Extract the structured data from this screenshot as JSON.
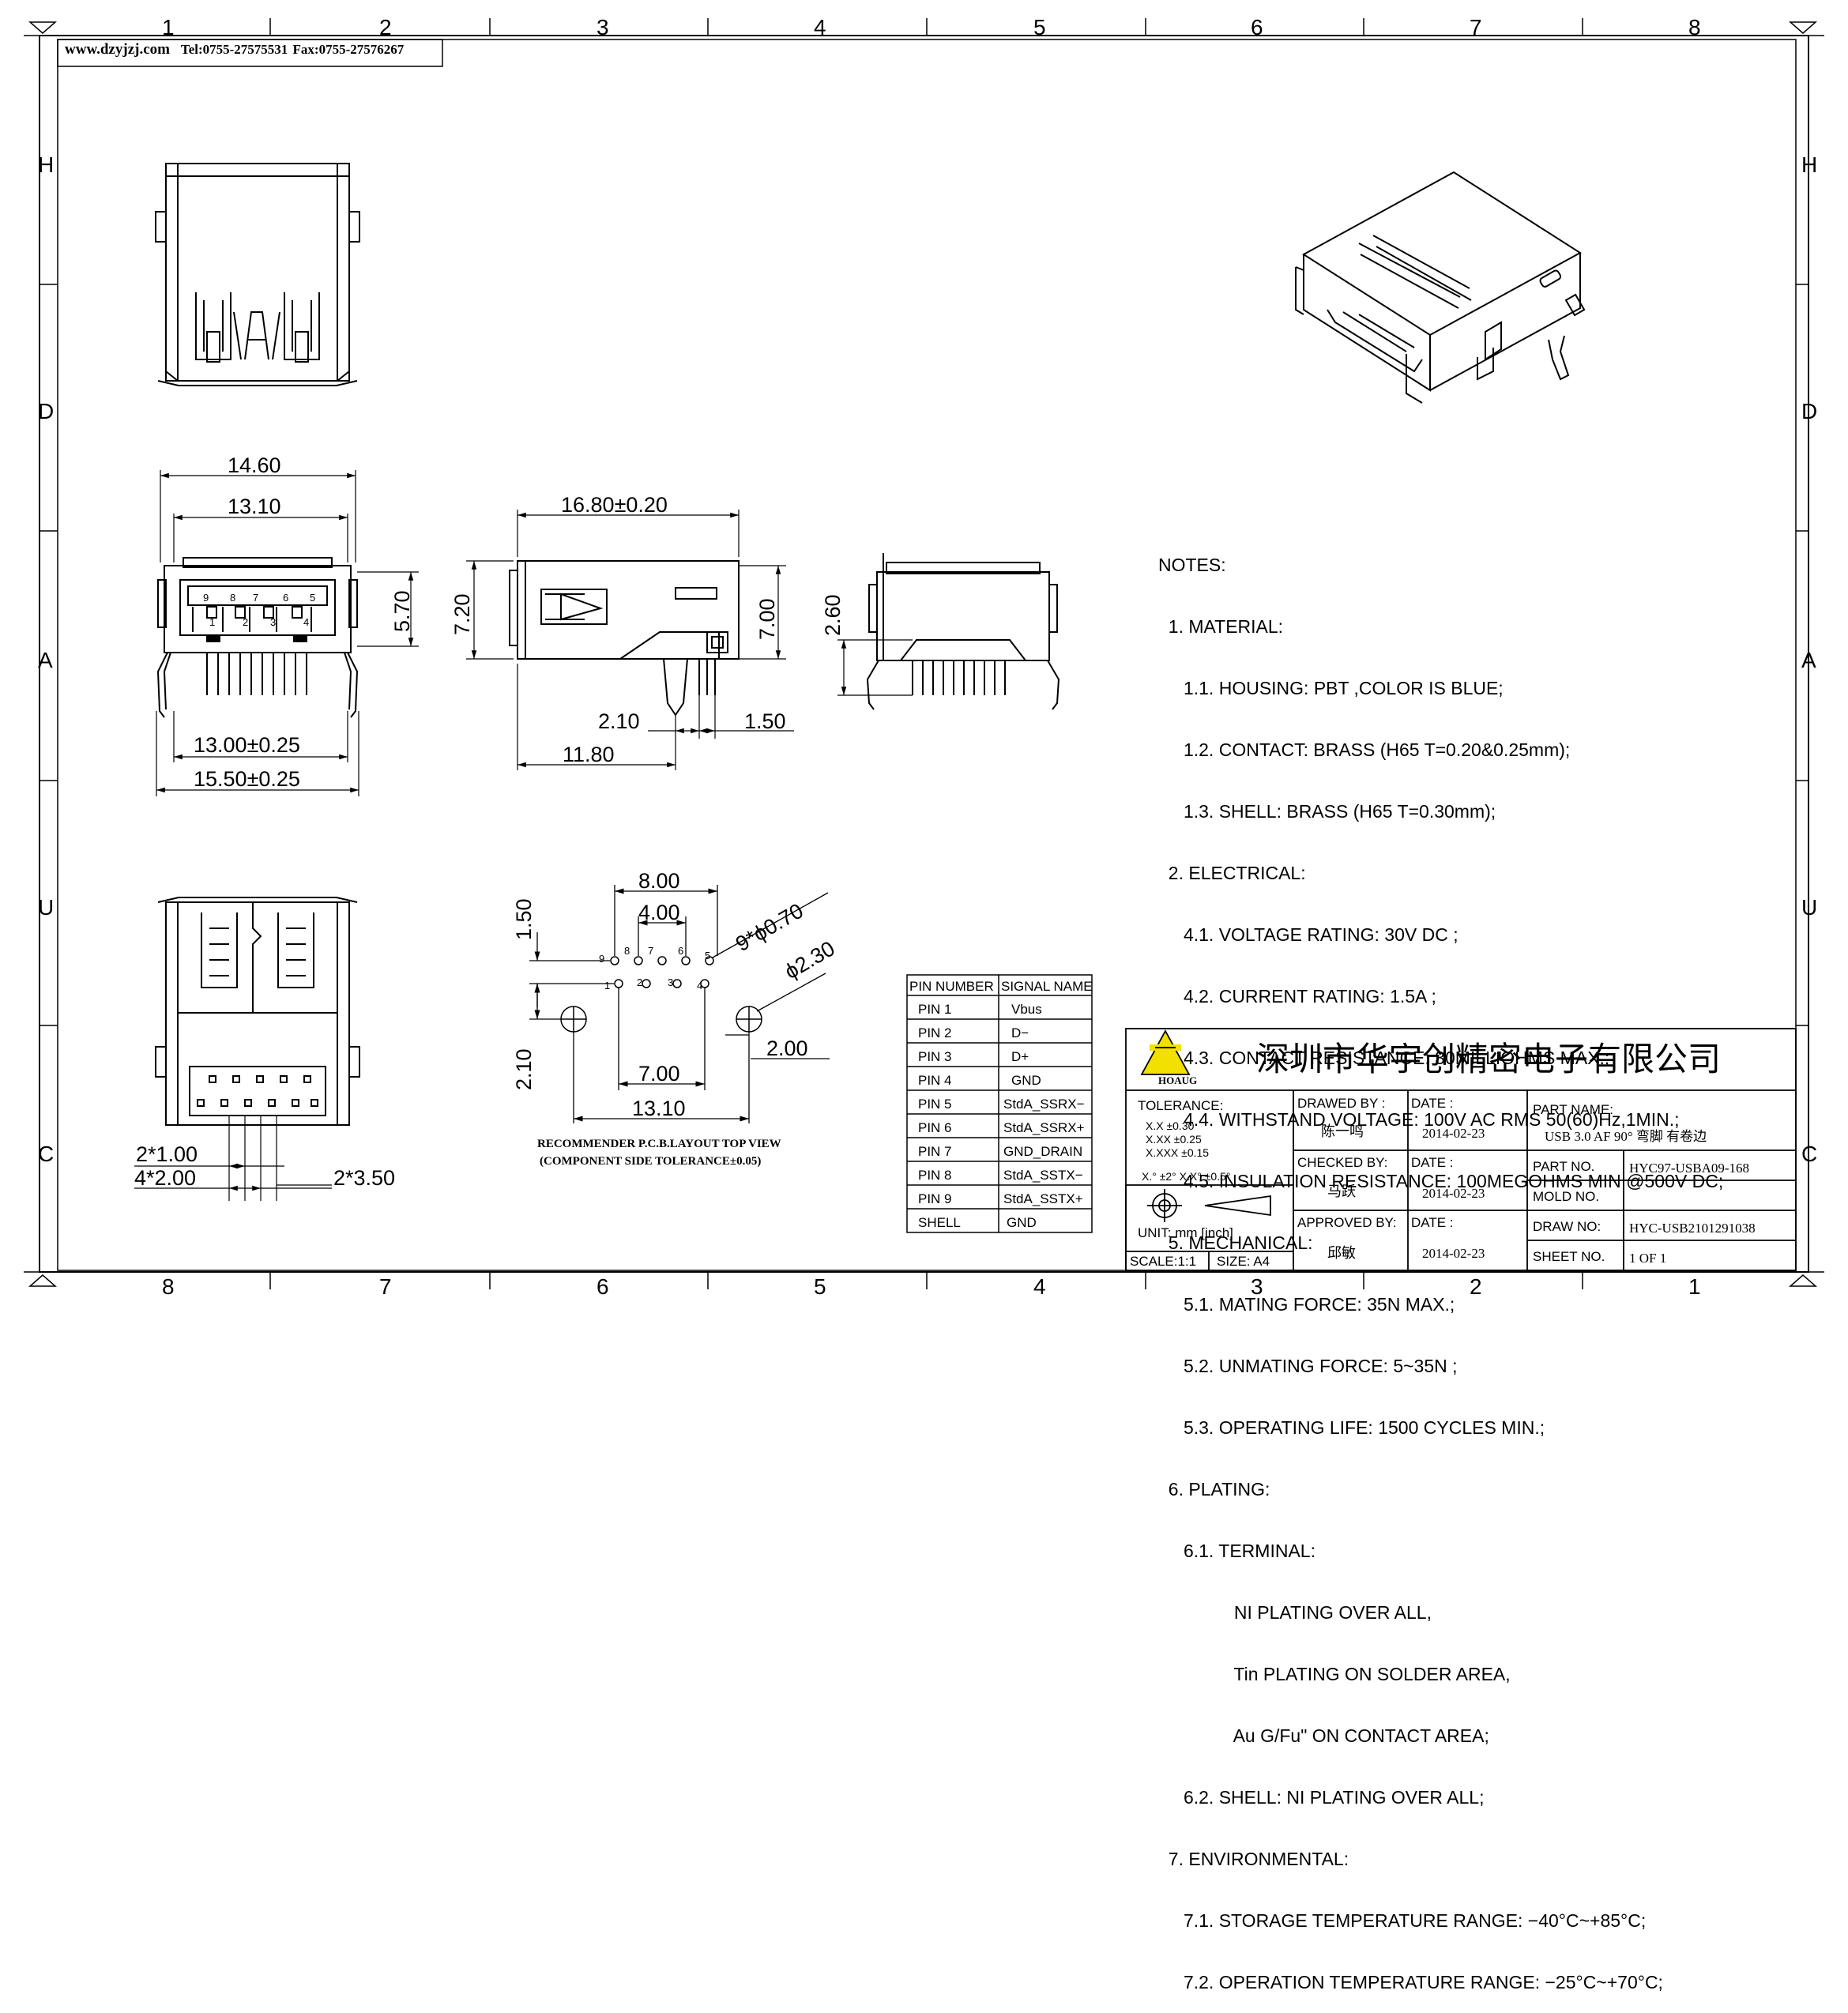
{
  "header": {
    "website": "www.dzyjzj.com",
    "tel": "Tel:0755-27575531",
    "fax": "Fax:0755-27576267"
  },
  "frame": {
    "top_numbers": [
      "1",
      "2",
      "3",
      "4",
      "5",
      "6",
      "7",
      "8"
    ],
    "bottom_numbers": [
      "8",
      "7",
      "6",
      "5",
      "4",
      "3",
      "2",
      "1"
    ],
    "left_letters": [
      "H",
      "D",
      "A",
      "U",
      "C"
    ],
    "right_letters": [
      "H",
      "D",
      "A",
      "U",
      "C"
    ]
  },
  "dimensions": {
    "front_w1": "14.60",
    "front_w2": "13.10",
    "front_h": "5.70",
    "front_b1": "13.00±0.25",
    "front_b2": "15.50±0.25",
    "side_len": "16.80±0.20",
    "side_h1": "7.20",
    "side_h2": "7.00",
    "side_d1": "2.10",
    "side_d2": "1.50",
    "side_d3": "11.80",
    "rear_h": "2.60",
    "pcb_8": "8.00",
    "pcb_4": "4.00",
    "pcb_150": "1.50",
    "pcb_holes": "9*ϕ0.70",
    "pcb_big": "ϕ2.30",
    "pcb_2": "2.00",
    "pcb_210": "2.10",
    "pcb_7": "7.00",
    "pcb_13": "13.10",
    "bot_1": "2*1.00",
    "bot_2": "4*2.00",
    "bot_3": "2*3.50"
  },
  "pin_labels_front": [
    "9",
    "8",
    "7",
    "6",
    "5",
    "1",
    "2",
    "3",
    "4"
  ],
  "pcb_pin_labels": [
    "9",
    "8",
    "7",
    "6",
    "5",
    "1",
    "2",
    "3",
    "4"
  ],
  "pcb_caption_1": "RECOMMENDER P.C.B.LAYOUT TOP VIEW",
  "pcb_caption_2": "(COMPONENT SIDE TOLERANCE±0.05)",
  "pin_table": {
    "headers": [
      "PIN NUMBER",
      "SIGNAL NAME"
    ],
    "rows": [
      [
        "PIN  1",
        "Vbus"
      ],
      [
        "PIN  2",
        "D−"
      ],
      [
        "PIN  3",
        "D+"
      ],
      [
        "PIN  4",
        "GND"
      ],
      [
        "PIN  5",
        "StdA_SSRX−"
      ],
      [
        "PIN  6",
        "StdA_SSRX+"
      ],
      [
        "PIN  7",
        "GND_DRAIN"
      ],
      [
        "PIN  8",
        "StdA_SSTX−"
      ],
      [
        "PIN  9",
        "StdA_SSTX+"
      ],
      [
        "SHELL",
        "GND"
      ]
    ]
  },
  "notes": [
    "NOTES:",
    "  1. MATERIAL:",
    "     1.1. HOUSING: PBT ,COLOR IS BLUE;",
    "     1.2. CONTACT: BRASS (H65 T=0.20&0.25mm);",
    "     1.3. SHELL: BRASS (H65 T=0.30mm);",
    "  2. ELECTRICAL:",
    "     4.1. VOLTAGE RATING: 30V DC ;",
    "     4.2. CURRENT RATING: 1.5A ;",
    "     4.3. CONTACT RESISTANCE: 30MILLIOHMS MAX.;",
    "     4.4. WITHSTAND VOLTAGE: 100V AC RMS 50(60)Hz,1MIN.;",
    "     4.5. INSULATION RESISTANCE: 100MEGOHMS MIN @500V DC;",
    "  5. MECHANICAL:",
    "     5.1. MATING FORCE: 35N MAX.;",
    "     5.2. UNMATING FORCE: 5~35N ;",
    "     5.3. OPERATING LIFE: 1500 CYCLES MIN.;",
    "  6. PLATING:",
    "     6.1. TERMINAL:",
    "               NI PLATING OVER ALL,",
    "               Tin PLATING ON SOLDER AREA,",
    "               Au G/Fu\" ON CONTACT AREA;",
    "     6.2. SHELL: NI PLATING OVER ALL;",
    "  7. ENVIRONMENTAL:",
    "     7.1. STORAGE TEMPERATURE RANGE: −40°C~+85°C;",
    "     7.2. OPERATION TEMPERATURE RANGE: −25°C~+70°C;"
  ],
  "title_block": {
    "logo_text": "HOAUG",
    "company": "深圳市华宇创精密电子有限公司",
    "tolerance_label": "TOLERANCE:",
    "tol_1": "X.X     ±0.30",
    "tol_2": "X.XX    ±0.25",
    "tol_3": "X.XXX  ±0.15",
    "tol_angle": "X.° ±2°    X.X° ±0.5°",
    "unit": "UNIT:  mm  [inch]",
    "scale": "SCALE:1:1",
    "size": "SIZE:  A4",
    "drawn_by_label": "DRAWED BY :",
    "drawn_by": "陈一鸣",
    "checked_by_label": "CHECKED BY:",
    "checked_by": "马跃",
    "approved_by_label": "APPROVED BY:",
    "approved_by": "邱敏",
    "date_label": "DATE  :",
    "date1": "2014-02-23",
    "date2": "2014-02-23",
    "date3": "2014-02-23",
    "part_name_label": "PART  NAME:",
    "part_name": "USB 3.0  AF 90° 弯脚 有卷边",
    "part_no_label": "PART  NO.",
    "part_no": "HYC97-USBA09-168",
    "mold_no_label": "MOLD  NO.",
    "mold_no": "",
    "draw_no_label": "DRAW  NO:",
    "draw_no": "HYC-USB2101291038",
    "sheet_no_label": "SHEET  NO.",
    "sheet_no": "1  OF  1"
  }
}
